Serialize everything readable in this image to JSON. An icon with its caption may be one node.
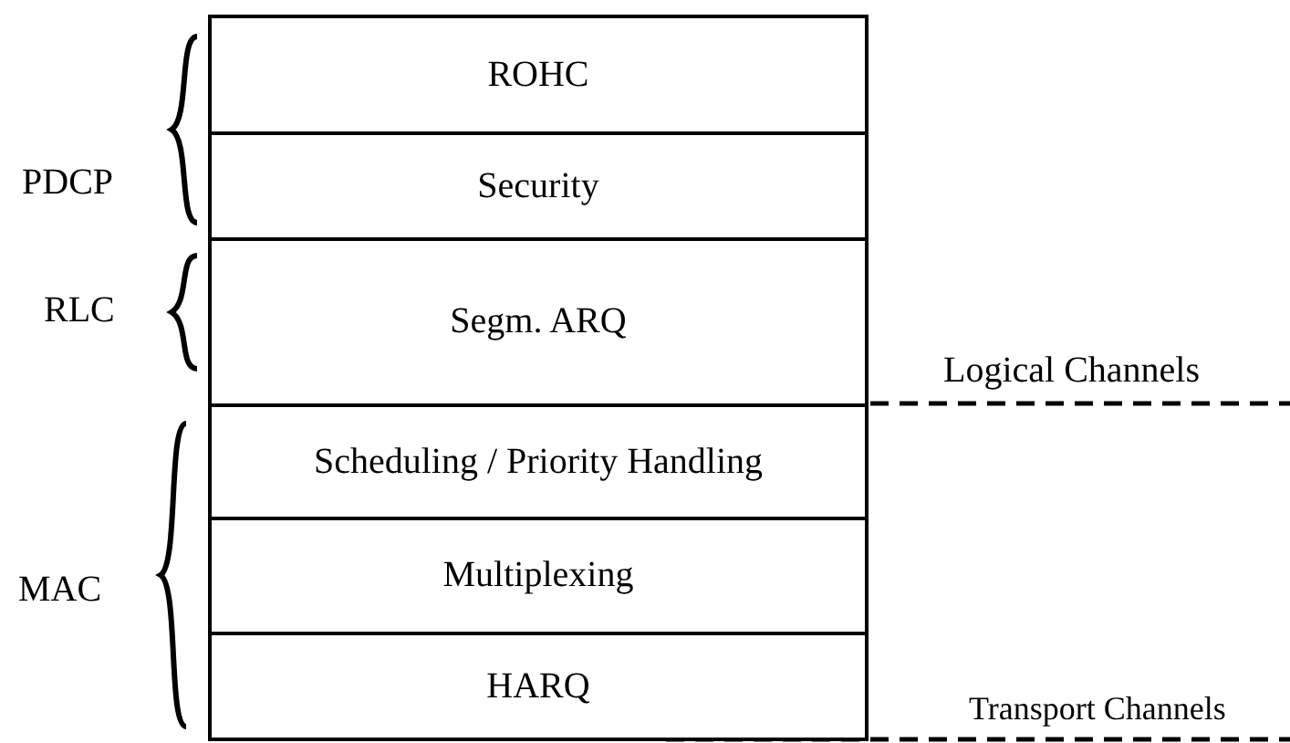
{
  "diagram": {
    "nodes": [
      {
        "text": [
          "ROHC"
        ]
      },
      {
        "text": [
          "Security"
        ]
      },
      {
        "text": [
          "Segm. ARQ"
        ]
      },
      {
        "text": [
          "Scheduling / Priority Handling"
        ]
      },
      {
        "text": [
          "Multiplexing"
        ]
      },
      {
        "text": [
          "HARQ"
        ]
      }
    ],
    "edges": [],
    "labels": [
      "PDCP",
      "RLC",
      "MAC",
      "Logical Channels",
      "Transport Channels"
    ]
  }
}
